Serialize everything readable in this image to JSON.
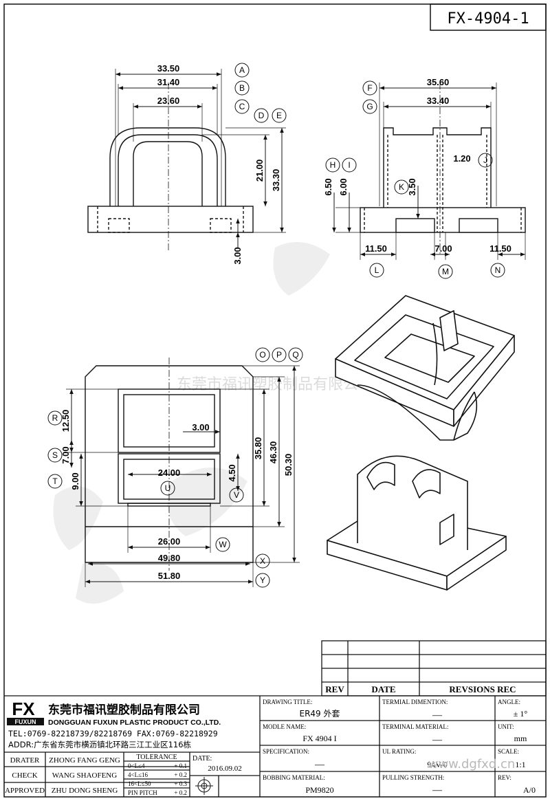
{
  "drawing_number": "FX-4904-1",
  "watermark_text": "东莞市福讯塑胶制品有限公司",
  "footer_watermark": "www.dgfxd.cn",
  "top_view": {
    "dims": [
      "33.50",
      "31.40",
      "23.60",
      "21.00",
      "33.30",
      "3.00"
    ],
    "labels": [
      "A",
      "B",
      "C",
      "D",
      "E"
    ]
  },
  "side_view": {
    "dims": [
      "35.60",
      "33.40",
      "1.20",
      "6.50",
      "6.00",
      "3.50",
      "11.50",
      "7.00",
      "11.50"
    ],
    "labels": [
      "F",
      "G",
      "H",
      "I",
      "J",
      "K",
      "L",
      "M",
      "N"
    ]
  },
  "bottom_view": {
    "dims": [
      "12.50",
      "3.00",
      "7.00",
      "9.00",
      "24.00",
      "4.50",
      "35.80",
      "46.30",
      "50.30",
      "26.00",
      "49.80",
      "51.80"
    ],
    "labels": [
      "O",
      "P",
      "Q",
      "R",
      "S",
      "T",
      "U",
      "V",
      "W",
      "X",
      "Y"
    ]
  },
  "revision_table": {
    "headers": [
      "REV",
      "DATE",
      "REVSIONS REC"
    ]
  },
  "company": {
    "logo": "FX",
    "logo_sub": "FUXUN",
    "name_cn": "东莞市福讯塑胶制品有限公司",
    "name_en": "DONGGUAN FUXUN PLASTIC PRODUCT CO.,LTD.",
    "tel": "TEL:0769-82218739/82218769 FAX:0769-82218929",
    "addr": "ADDR:广东省东莞市横沥镇北环路三江工业区116栋"
  },
  "signoff": [
    {
      "role": "DRATER",
      "name": "ZHONG FANG GENG"
    },
    {
      "role": "CHECK",
      "name": "WANG SHAOFENG"
    },
    {
      "role": "APPROVED",
      "name": "ZHU DONG SHENG"
    }
  ],
  "tolerance": {
    "title": "TOLERANCE",
    "rows": [
      {
        "range": "0<L≤4",
        "value": "+ 0.1"
      },
      {
        "range": "4<L≤16",
        "value": "+ 0.2"
      },
      {
        "range": "16<L≤50",
        "value": "+ 0.3"
      },
      {
        "range": "PIN PITCH",
        "value": "+ 0.2"
      }
    ]
  },
  "date": {
    "label": "DATE:",
    "value": "2016.09.02"
  },
  "fields": {
    "drawing_title": {
      "label": "DRAWING TITLE:",
      "value": "ER49 外套"
    },
    "terminal_dimention": {
      "label": "TERMIAL DIMENTION:",
      "value": "—"
    },
    "angle": {
      "label": "ANGLE:",
      "value": "± 1°"
    },
    "model_name": {
      "label": "MODLE NAME:",
      "value": "FX 4904 I"
    },
    "terminal_material": {
      "label": "TERMINAL MATERIAL:",
      "value": "—"
    },
    "unit": {
      "label": "UNIT:",
      "value": "mm"
    },
    "specification": {
      "label": "SPECIFICATION:",
      "value": "—"
    },
    "ul_rating": {
      "label": "UL RATING:",
      "value": "94V-0"
    },
    "scale": {
      "label": "SCALE:",
      "value": "1:1"
    },
    "bobbing_material": {
      "label": "BOBBING MATERIAL:",
      "value": "PM9820"
    },
    "pulling_strength": {
      "label": "PULLING STRENGTH:",
      "value": "—"
    },
    "rev": {
      "label": "REV:",
      "value": "A/0"
    }
  }
}
